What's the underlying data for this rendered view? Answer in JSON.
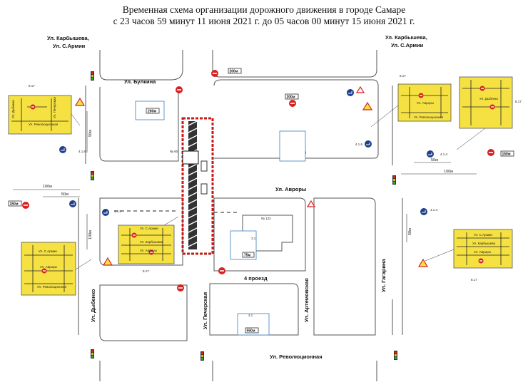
{
  "title": {
    "line1": "Временная схема организации дорожного движения в городе Самаре",
    "line2": "с 23 часов 59 минут 11 июня 2021 г. до 05 часов 00 минут 15 июня 2021 г."
  },
  "streets": {
    "bulkina": "Ул. Булкина",
    "avrory": "Ул. Авроры",
    "proezd4": "4 проезд",
    "revolyutsionnaya": "Ул. Революционная",
    "karbysheva": "Ул. Карбышева,",
    "s_armii": "Ул. С.Армии",
    "dybenko": "Ул. Дыбенко",
    "pecherskaya": "Ул. Печерская",
    "artemovskaya": "Ул. Артемовская",
    "gagarina": "Ул. Гагарина"
  },
  "buildings": {
    "b60": "№ 60",
    "b122": "№ 122"
  },
  "distances": {
    "d50m": "50м",
    "d100m": "100м"
  },
  "plates": {
    "p200": "200м",
    "p75": "75м",
    "p550": "550м",
    "p150": "150м"
  },
  "sign_codes": {
    "c1": "4.1.6",
    "c2": "4.1.5",
    "c3": "4.1.6",
    "c4": "4.1.4",
    "c5": "4.1.4",
    "c6": "3.1",
    "c7": "3.1",
    "c8": "8.17"
  },
  "detours": [
    {
      "s1": "Ул. Революционная",
      "s2": "Ул. Дыбенко",
      "s3": "Ул. Печерская"
    },
    {
      "s1": "Ул. С.Армии",
      "s2": "Ул. Карбышева",
      "s3": "Ул. Авроры"
    },
    {
      "s1": "Ул. С.Армии",
      "s2": "Ул. Авроры",
      "s3": "Ул. Революционная"
    },
    {
      "s1": "Ул. Авроры",
      "s2": "Ул. Революционная"
    },
    {
      "s1": "Ул. Дыбенко"
    },
    {
      "s1": "Ул. С.Армии",
      "s2": "Ул. Карбышева",
      "s3": "Ул. Авроры"
    }
  ],
  "colors": {
    "closed_zone": "#c81a1a",
    "detour_fill": "#f5e142",
    "prohibition_sign": "#d82020",
    "direction_sign": "#1e3f8a",
    "plate_border": "#3a7fbf"
  }
}
